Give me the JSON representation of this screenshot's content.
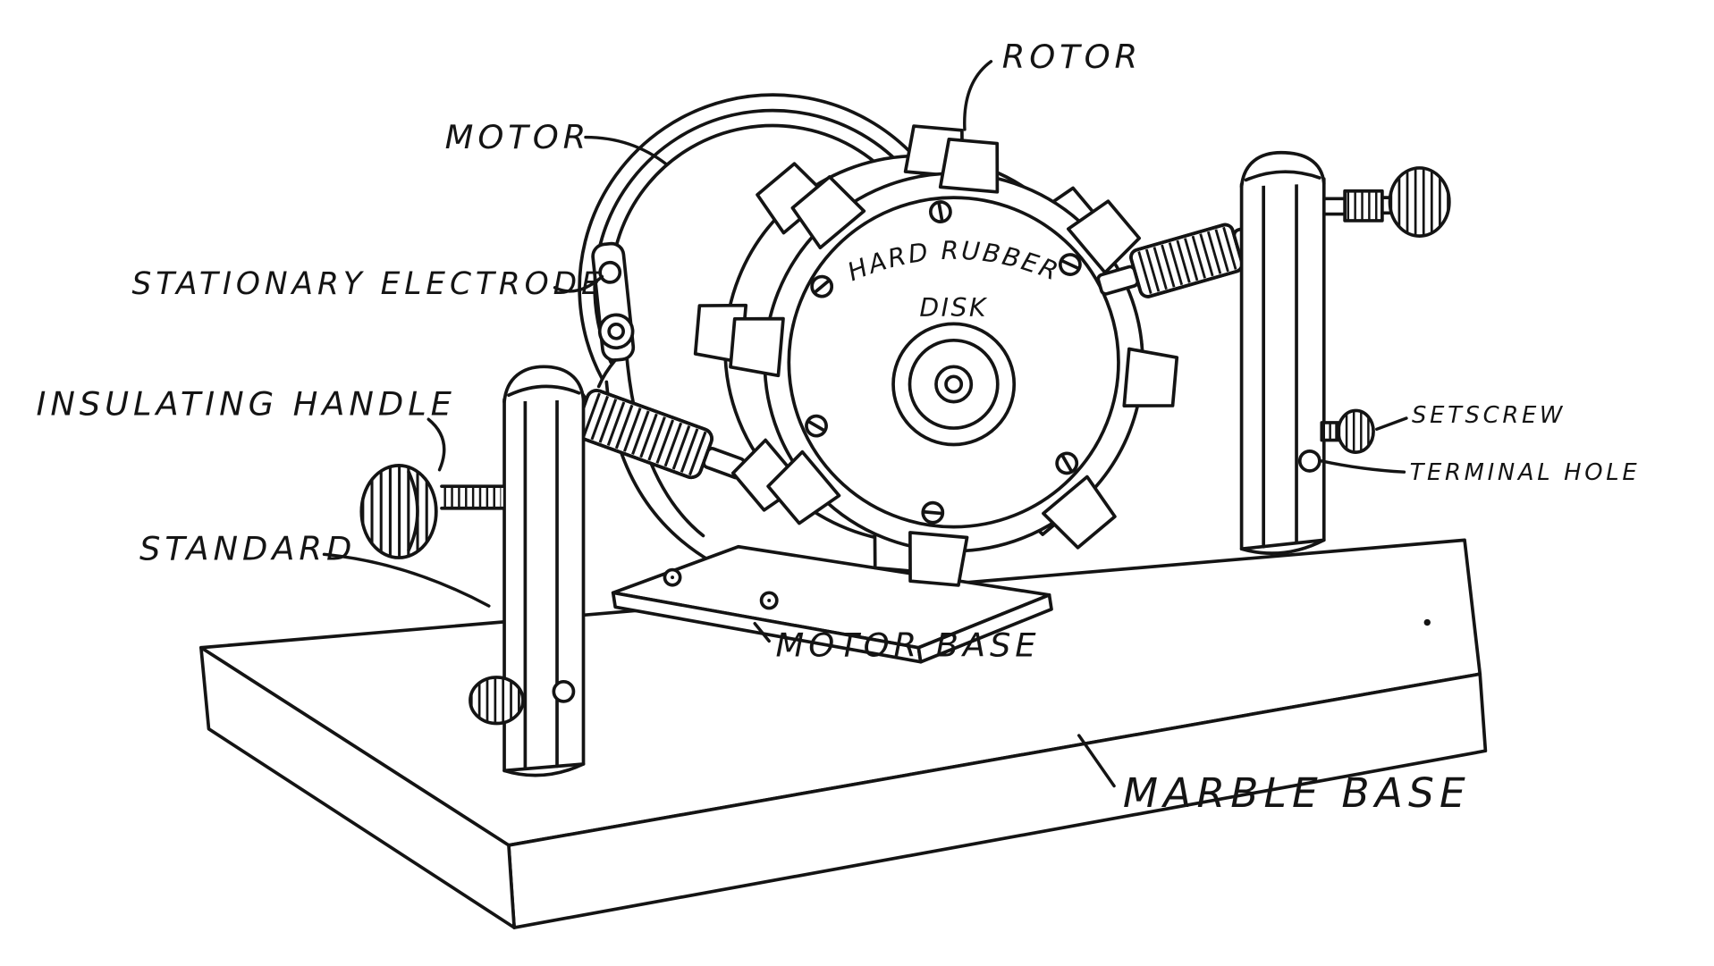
{
  "labels": {
    "rotor": "ROTOR",
    "motor": "MOTOR",
    "stationary_electrode": "STATIONARY ELECTRODE",
    "insulating_handle": "INSULATING HANDLE",
    "standard": "STANDARD",
    "setscrew": "SETSCREW",
    "terminal_hole": "TERMINAL HOLE",
    "motor_base": "MOTOR BASE",
    "marble_base": "MARBLE BASE",
    "disk_line1": "HARD RUBBER",
    "disk_line2": "DISK"
  },
  "colors": {
    "ink": "#141414",
    "paper": "#ffffff"
  }
}
